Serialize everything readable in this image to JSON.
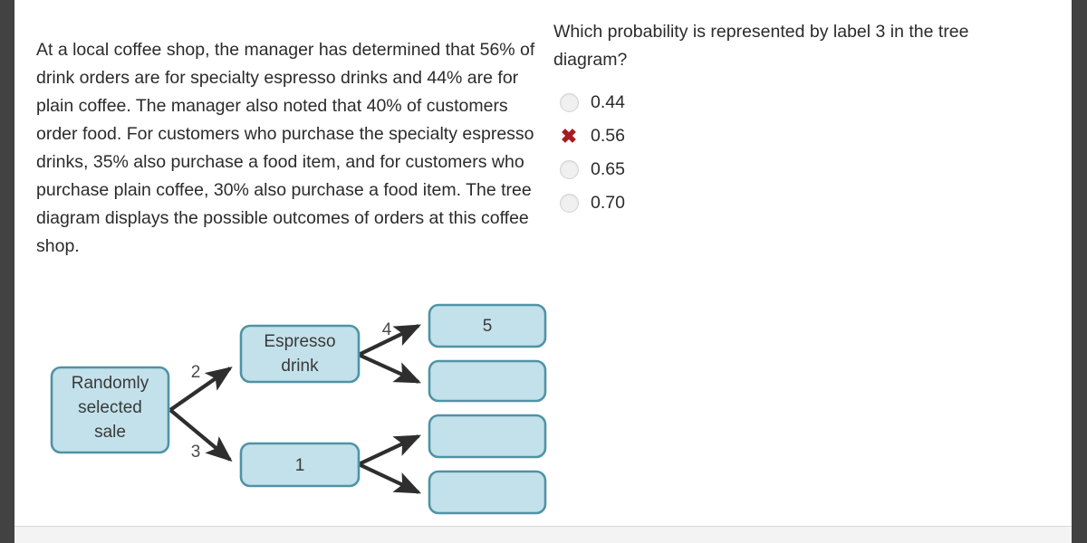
{
  "stem": {
    "text": "At a local coffee shop, the manager has determined that 56% of drink orders are for specialty espresso drinks and 44% are for plain coffee. The manager also noted that 40% of customers order food. For customers who purchase the specialty espresso drinks, 35% also purchase a food item, and for customers who purchase plain coffee, 30% also purchase a food item. The tree diagram displays the possible outcomes of orders at this coffee shop."
  },
  "question": {
    "text": "Which probability is represented by label 3 in the tree diagram?",
    "choices": [
      {
        "label": "0.44",
        "marker": "radio",
        "selected": false
      },
      {
        "label": "0.56",
        "marker": "incorrect-x",
        "selected": true
      },
      {
        "label": "0.65",
        "marker": "radio",
        "selected": false
      },
      {
        "label": "0.70",
        "marker": "radio",
        "selected": false
      }
    ]
  },
  "tree": {
    "root": {
      "text": "Randomly selected sale"
    },
    "level1": [
      {
        "text": "Espresso drink"
      },
      {
        "text": "1"
      }
    ],
    "level2": [
      {
        "text": "5"
      },
      {
        "text": ""
      },
      {
        "text": ""
      },
      {
        "text": ""
      }
    ],
    "branch_labels": {
      "root_upper": "2",
      "root_lower": "3",
      "espresso_upper": "4"
    },
    "colors": {
      "node_fill": "#c3e1ea",
      "node_stroke": "#4f93a6",
      "arrow": "#2e2e2e"
    }
  },
  "colors": {
    "page_edge": "#424242",
    "text": "#2b2b2b",
    "incorrect_mark": "#a61c21"
  }
}
